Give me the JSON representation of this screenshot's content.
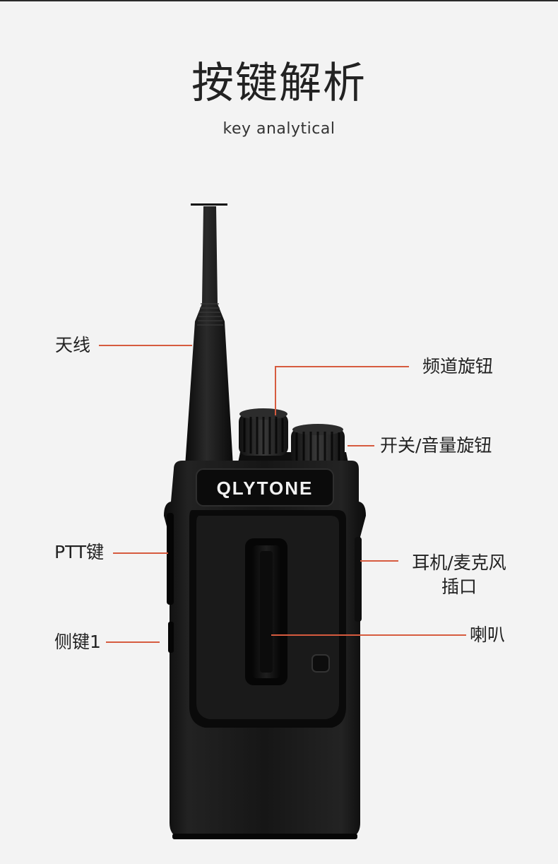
{
  "header": {
    "title": "按键解析",
    "subtitle": "key analytical"
  },
  "device": {
    "brand": "QLYTONE"
  },
  "callouts": {
    "antenna": "天线",
    "channel_knob": "频道旋钮",
    "power_volume_knob": "开关/音量旋钮",
    "ptt_key": "PTT键",
    "earphone_mic_jack_line1": "耳机/麦克风",
    "earphone_mic_jack_line2": "插口",
    "side_key_1": "侧键1",
    "speaker": "喇叭"
  },
  "colors": {
    "background": "#f3f3f3",
    "leader_line": "#d65b3f",
    "device_body": "#141414"
  }
}
